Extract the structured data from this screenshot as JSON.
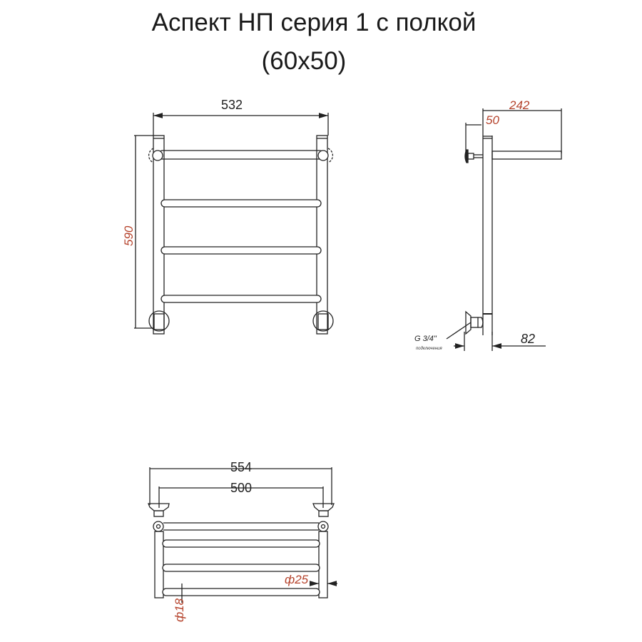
{
  "title": {
    "line1": "Аспект НП серия 1 с полкой",
    "line2": "(60x50)"
  },
  "front_view": {
    "width_label": "532",
    "height_label": "590"
  },
  "side_view": {
    "depth_label": "242",
    "wall_offset_label": "50",
    "connection_label": "G 3/4\"",
    "connection_sublabel": "подключения",
    "connection_offset_label": "82"
  },
  "top_view": {
    "outer_width_label": "554",
    "center_distance_label": "500",
    "rail_diameter_label": "ф25",
    "bar_diameter_label": "ф18"
  },
  "colors": {
    "line": "#222222",
    "dimension_red": "#b5432c",
    "text": "#1a1a1a"
  }
}
